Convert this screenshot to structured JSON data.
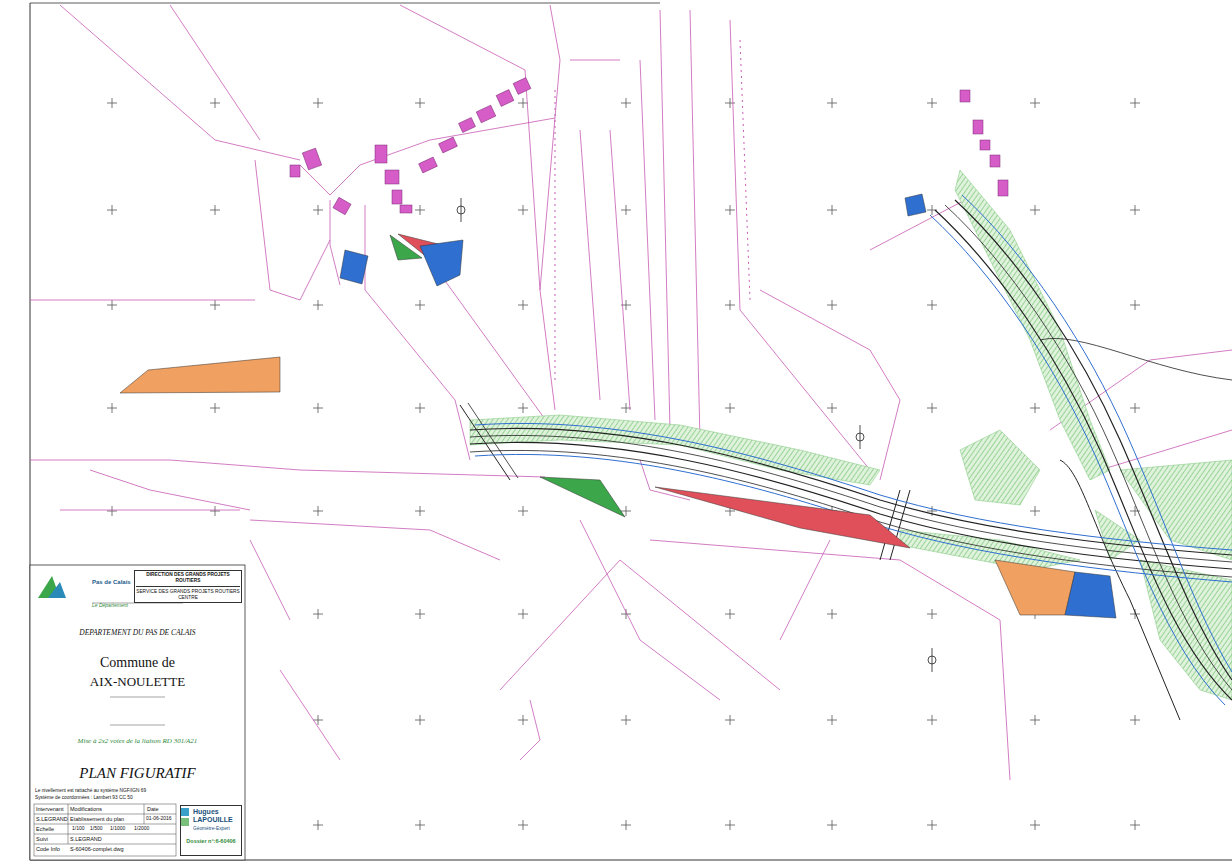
{
  "diagram": {
    "nodes": [
      {
        "text": [
          "DEPARTEMENT DU PAS DE CALAIS",
          "Commune de",
          "AIX-NOULETTE",
          "Mise à 2x2 voies de la liaison RD 301/A21",
          "PLAN FIGURATIF"
        ]
      },
      {
        "text": [
          "Pas de Calais",
          "Le Département"
        ],
        "in": 0
      },
      {
        "text": [
          "DIRECTION DES GRANDS PROJETS ROUTIERS",
          "SERVICE DES GRANDS PROJETS ROUTIERS CENTRE"
        ],
        "in": 0
      },
      {
        "text": [
          "Hugues LAPOUILLE",
          "Géomètre-Expert",
          "Dossier n°:6-60406"
        ],
        "in": 0
      }
    ],
    "labels": [
      "Le nivellement est rattaché au système NGF/IGN 69",
      "Système de coordonnées : Lambert 93 CC 50",
      "Intervenant",
      "Modifications",
      "Date",
      "S.LEGRAND",
      "Etablissement du plan",
      "01-06-2016",
      "Echelle",
      "1/100",
      "1/500",
      "1/1000",
      "1/2000",
      "Suivi",
      "S.LEGRAND",
      "Code Info",
      "S-60406-complet.dwg"
    ]
  }
}
